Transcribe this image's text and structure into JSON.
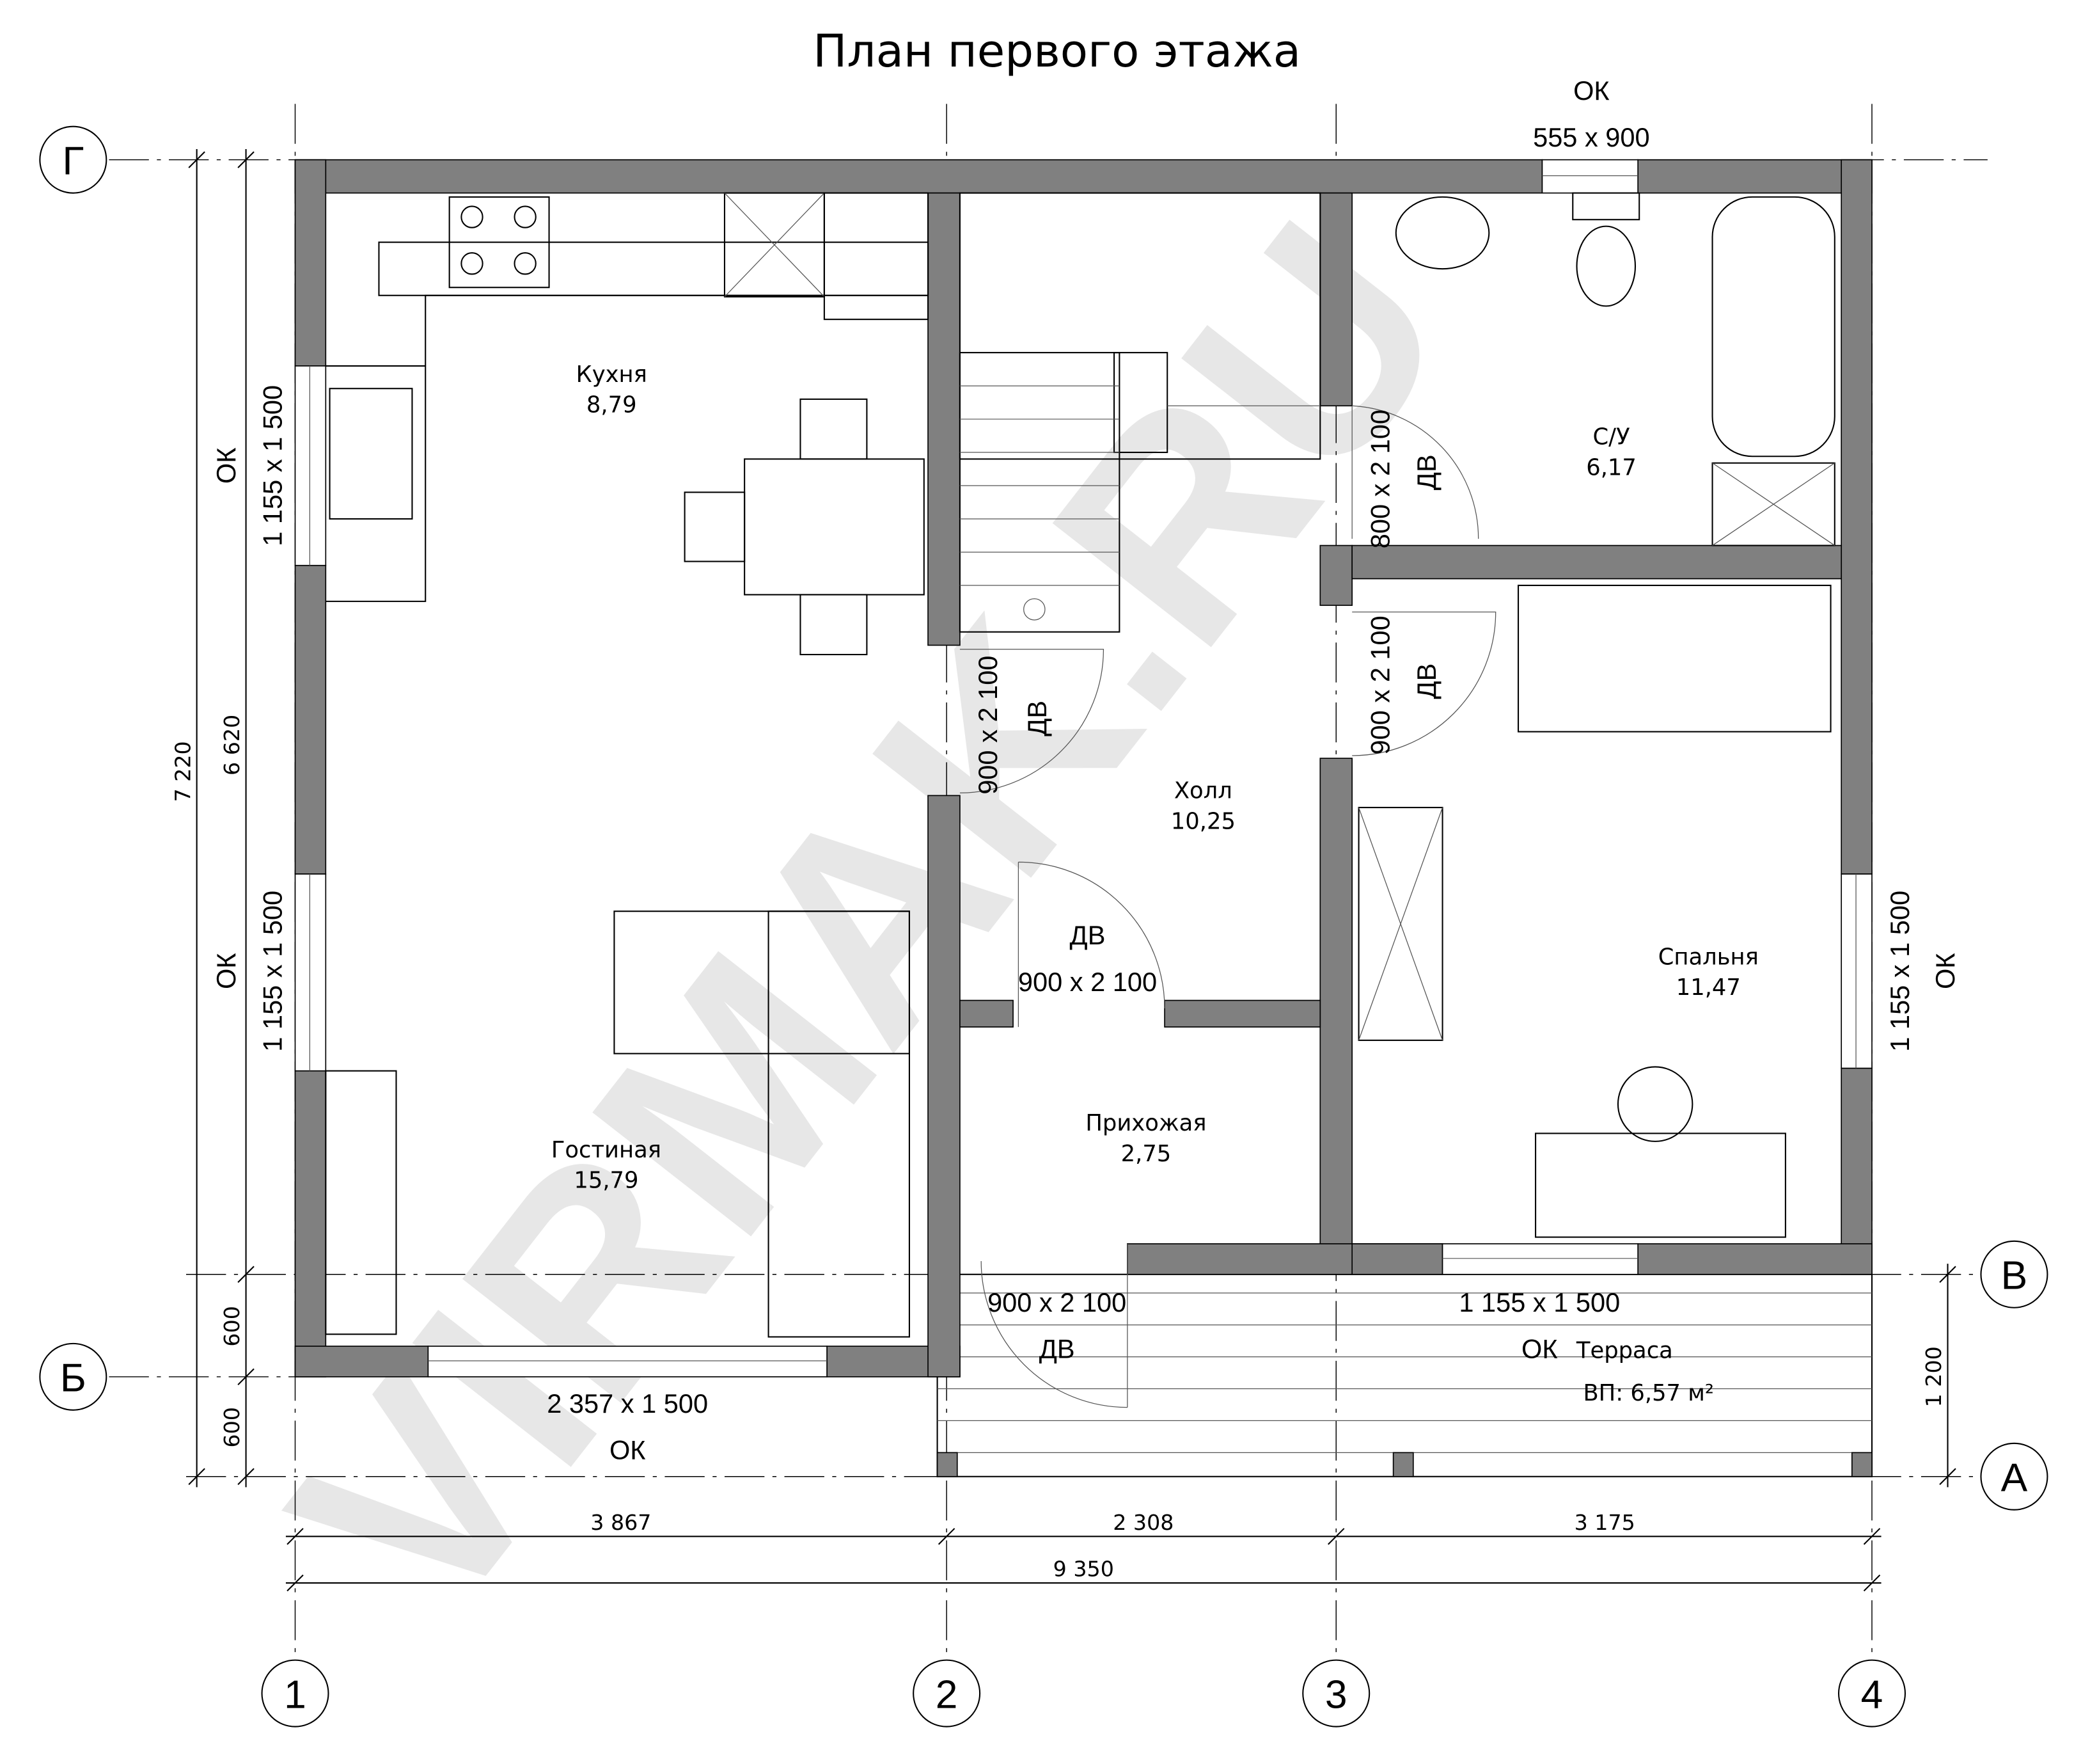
{
  "title": "План первого этажа",
  "watermark": "VIRMAK.RU",
  "rooms": [
    {
      "name": "Кухня",
      "area": "8,79"
    },
    {
      "name": "Холл",
      "area": "10,25"
    },
    {
      "name": "С/У",
      "area": "6,17"
    },
    {
      "name": "Спальня",
      "area": "11,47"
    },
    {
      "name": "Прихожая",
      "area": "2,75"
    },
    {
      "name": "Гостиная",
      "area": "15,79"
    },
    {
      "name": "Терраса",
      "area": "ВП: 6,57 м²"
    }
  ],
  "openings": {
    "window_label": "ОК",
    "door_label": "ДВ",
    "top_window": "555 x 900",
    "left_window_1": "1 155 x 1 500",
    "left_window_2": "1 155 x 1 500",
    "right_window": "1 155 x 1 500",
    "bottom_window_left": "2 357 x 1 500",
    "bottom_window_right": "1 155 x 1 500",
    "door_kitchen": "900 x 2 100",
    "door_bath": "800 x 2 100",
    "door_bedroom": "900 x 2 100",
    "door_entry_hall": "900 x 2 100",
    "door_front": "900 x 2 100"
  },
  "axes": {
    "vertical": [
      "1",
      "2",
      "3",
      "4"
    ],
    "horizontal": [
      "Г",
      "В",
      "Б",
      "А"
    ]
  },
  "dimensions": {
    "bottom": [
      "3 867",
      "2 308",
      "3 175"
    ],
    "total": "9 350",
    "left_total": "7 220",
    "left_inner": "6 620",
    "left_a": "600",
    "left_b": "600",
    "right": "1 200"
  }
}
